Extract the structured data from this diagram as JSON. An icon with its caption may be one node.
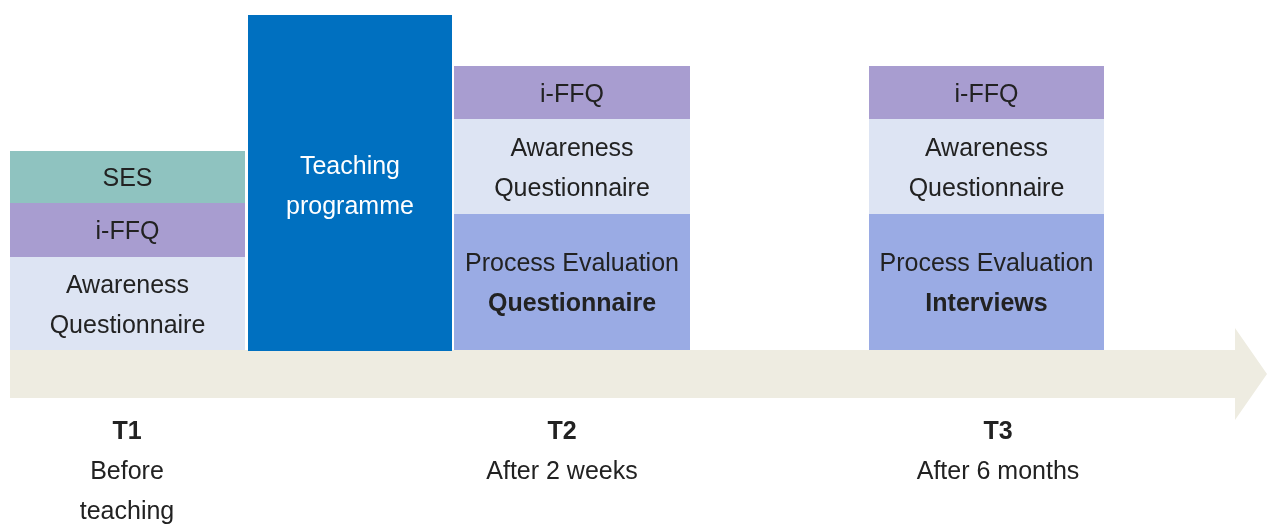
{
  "diagram": {
    "nodes": [
      {
        "text": [
          "SES"
        ]
      },
      {
        "text": [
          "i-FFQ"
        ]
      },
      {
        "text": [
          "Awareness Questionnaire"
        ]
      },
      {
        "text": [
          "Teaching programme"
        ]
      },
      {
        "text": [
          "i-FFQ"
        ]
      },
      {
        "text": [
          "Awareness Questionnaire"
        ]
      },
      {
        "text": [
          "Process Evaluation **Questionnaire**"
        ]
      },
      {
        "text": [
          "i-FFQ"
        ]
      },
      {
        "text": [
          "Awareness Questionnaire"
        ]
      },
      {
        "text": [
          "Process Evaluation **Interviews**"
        ]
      }
    ],
    "edges": [],
    "labels": [
      "T1",
      "Before teaching",
      "T2",
      "After 2 weeks",
      "T3",
      "After 6 months"
    ]
  }
}
